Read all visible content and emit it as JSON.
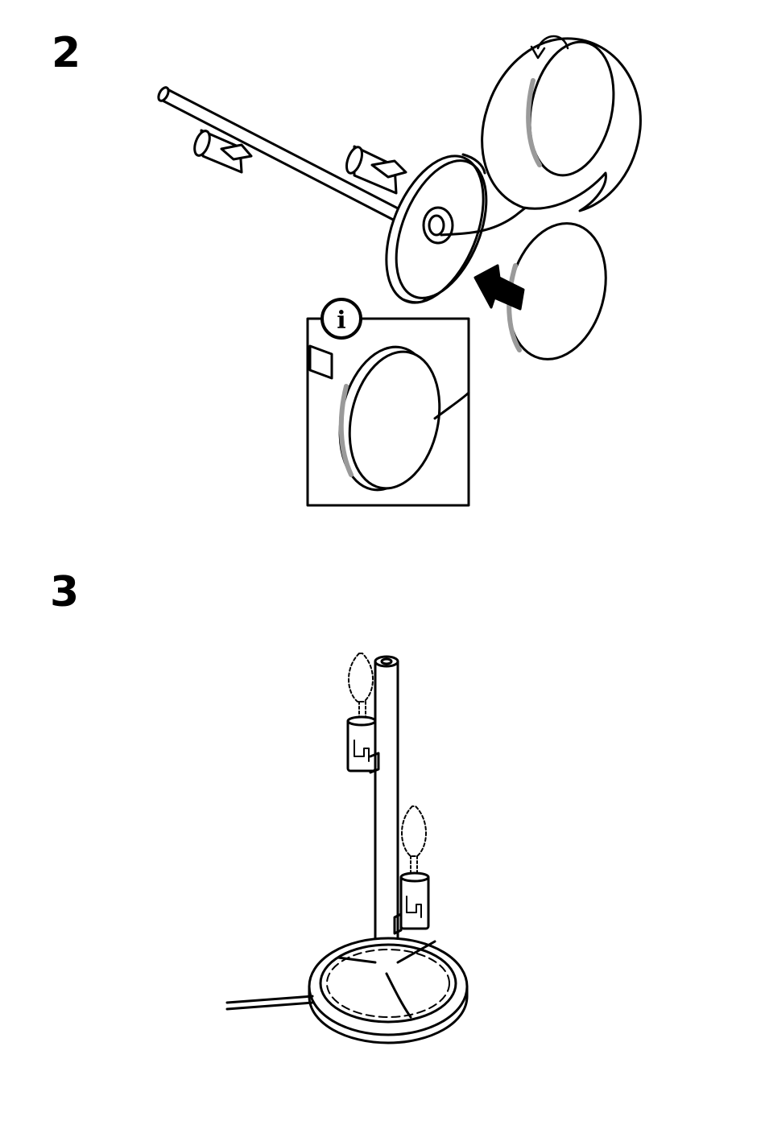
{
  "steps": [
    {
      "number": "2"
    },
    {
      "number": "3"
    }
  ],
  "info_badge": {
    "label": "i",
    "icon": "info-icon"
  },
  "colors": {
    "line": "#000000",
    "fill": "#ffffff",
    "shade": "#9a9a9a"
  }
}
